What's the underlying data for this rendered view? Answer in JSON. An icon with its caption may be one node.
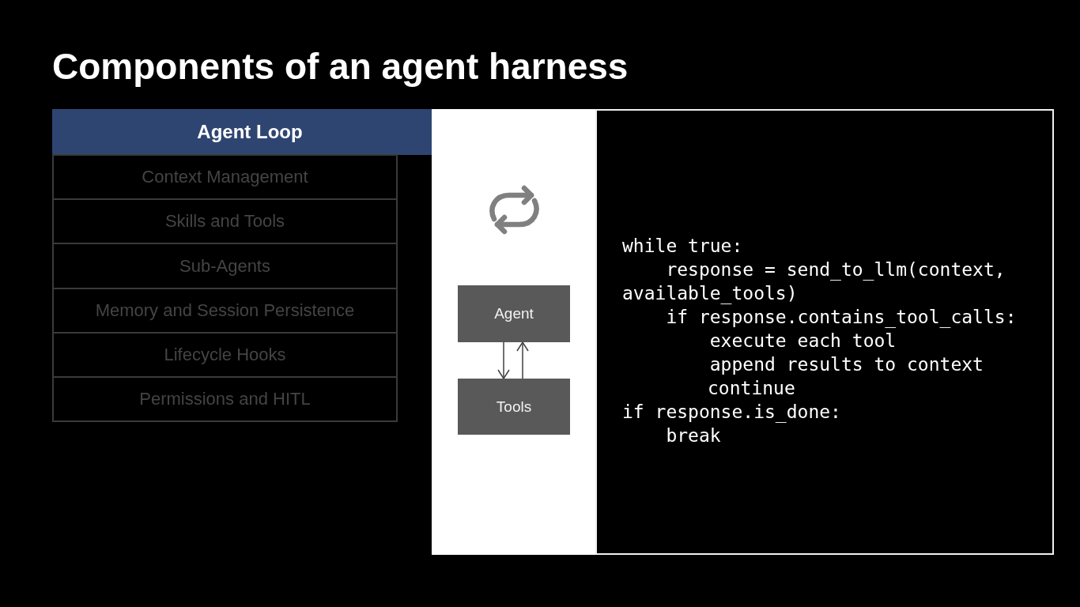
{
  "diagram": {
    "title": "Components of an agent harness",
    "nodes": [
      {
        "text": [
          "Agent Loop"
        ]
      },
      {
        "text": [
          "Context Management"
        ]
      },
      {
        "text": [
          "Skills and Tools"
        ]
      },
      {
        "text": [
          "Sub-Agents"
        ]
      },
      {
        "text": [
          "Memory and Session Persistence"
        ]
      },
      {
        "text": [
          "Lifecycle Hooks"
        ]
      },
      {
        "text": [
          "Permissions and HITL"
        ]
      },
      {
        "text": [],
        "shape": "box"
      },
      {
        "text": [
          "Agent"
        ],
        "in": 7
      },
      {
        "text": [
          "Tools"
        ],
        "in": 7
      },
      {
        "text": [
          "while true:",
          "response = send_to_llm(context, available_tools)",
          "if response.contains_tool_calls:",
          "execute each tool",
          "append results to context",
          "continue",
          "if response.is_done:",
          "break"
        ]
      }
    ],
    "edges": [
      {
        "from": 8,
        "to": 9,
        "arrow": "to"
      },
      {
        "from": 9,
        "to": 8,
        "arrow": "to"
      }
    ]
  }
}
